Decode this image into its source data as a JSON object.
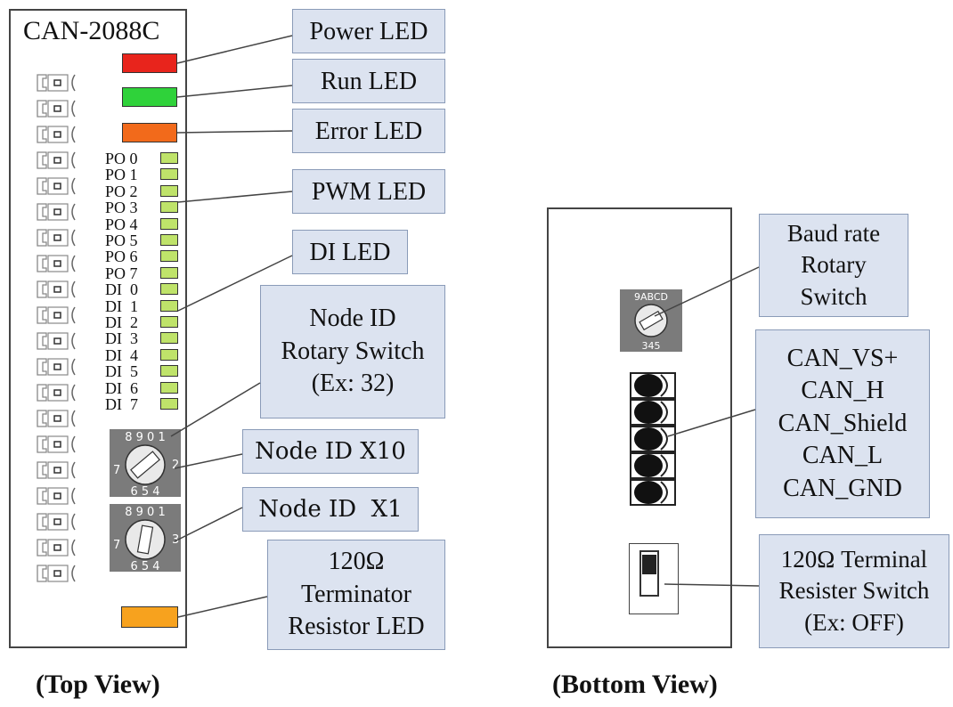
{
  "top_view": {
    "model": "CAN-2088C",
    "caption": "(Top View)",
    "callouts": {
      "power": "Power LED",
      "run": "Run LED",
      "error": "Error LED",
      "pwm": "PWM LED",
      "di": "DI LED",
      "node_switch": "Node ID\nRotary Switch\n(Ex: 32)",
      "node_x10": "Node ID X10",
      "node_x1": "Node ID  X1",
      "terminator": "120Ω\nTerminator\nResistor LED"
    },
    "led_labels": [
      "PO 0",
      "PO 1",
      "PO 2",
      "PO 3",
      "PO 4",
      "PO 5",
      "PO 6",
      "PO 7",
      "DI  0",
      "DI  1",
      "DI  2",
      "DI  3",
      "DI  4",
      "DI  5",
      "DI  6",
      "DI  7"
    ],
    "led_colors": {
      "power": "#e8241c",
      "run": "#2fd23a",
      "error": "#f26a1b",
      "channel": "#bfe36a",
      "terminator": "#f7a21e"
    }
  },
  "bottom_view": {
    "caption": "(Bottom View)",
    "callouts": {
      "baud": "Baud rate\nRotary\nSwitch",
      "can_pins": "CAN_VS+\nCAN_H\nCAN_Shield\nCAN_L\nCAN_GND",
      "terminal_switch": "120Ω Terminal\nResister Switch\n(Ex: OFF)"
    }
  }
}
